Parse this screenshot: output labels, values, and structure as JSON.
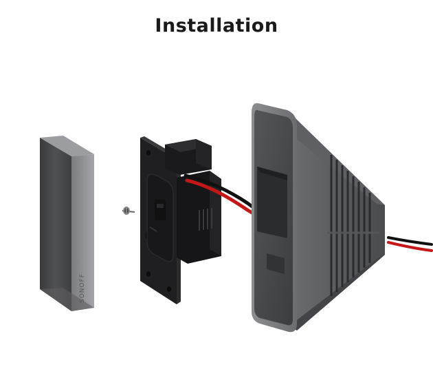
{
  "title": "Installation",
  "panel": {
    "brand_text": "SONOFF"
  },
  "scene": {
    "components": [
      "front-panel",
      "screw",
      "switch-module",
      "wall-box"
    ]
  },
  "colors": {
    "panel_body": "#4a4a4c",
    "panel_edge": "#8a8b8e",
    "module_black": "#1c1c1e",
    "wire_red": "#c41818",
    "wire_black": "#111111",
    "box_gray": "#4b4c50"
  }
}
